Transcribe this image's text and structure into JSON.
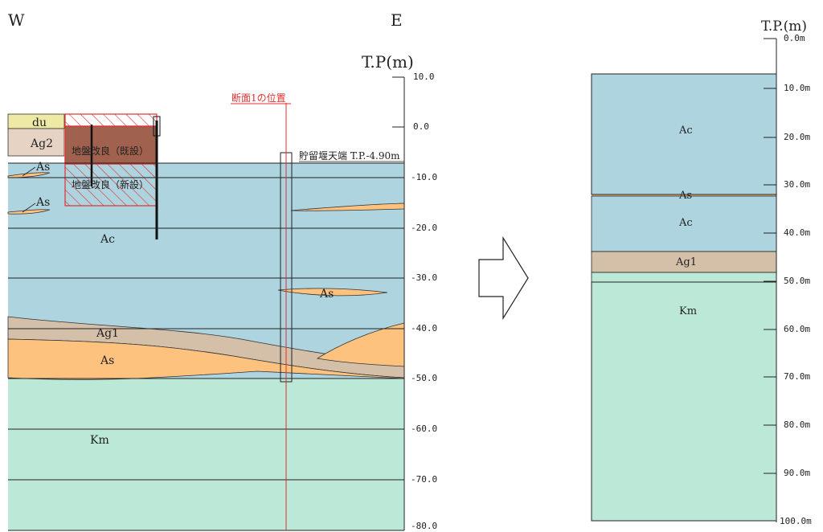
{
  "orientation": {
    "west": "W",
    "east": "E"
  },
  "section": {
    "axis_title": "T.P(m)",
    "axis_ticks": [
      "10.0",
      "0.0",
      "-10.0",
      "-20.0",
      "-30.0",
      "-40.0",
      "-50.0",
      "-60.0",
      "-70.0",
      "-80.0"
    ],
    "section1_label": "断面1の位置",
    "reservoir_label": "貯留堰天端 T.P.-4.90m",
    "ground_improvement_existing": "地盤改良（既設）",
    "ground_improvement_new": "地盤改良（新設）",
    "layers": {
      "du": "du",
      "ag2": "Ag2",
      "as_upper_1": "As",
      "as_upper_2": "As",
      "ac": "Ac",
      "as_lens": "As",
      "ag1": "Ag1",
      "as_lower": "As",
      "km": "Km"
    }
  },
  "model": {
    "axis_title": "T.P.(m)",
    "axis_ticks": [
      "0.0m",
      "10.0m",
      "20.0m",
      "30.0m",
      "40.0m",
      "50.0m",
      "60.0m",
      "70.0m",
      "80.0m",
      "90.0m",
      "100.0m"
    ],
    "layers": {
      "ac_upper": "Ac",
      "as": "As",
      "ac_lower": "Ac",
      "ag1": "Ag1",
      "km": "Km"
    }
  },
  "colors": {
    "clay_ac": "#add4df",
    "sand_as": "#fec27f",
    "gravel_ag": "#d4bfa8",
    "du": "#eee9a4",
    "ag2": "#e7d3c4",
    "km": "#bce8d8",
    "existing_improvement": "#a0614e",
    "hatch": "#e03030"
  }
}
